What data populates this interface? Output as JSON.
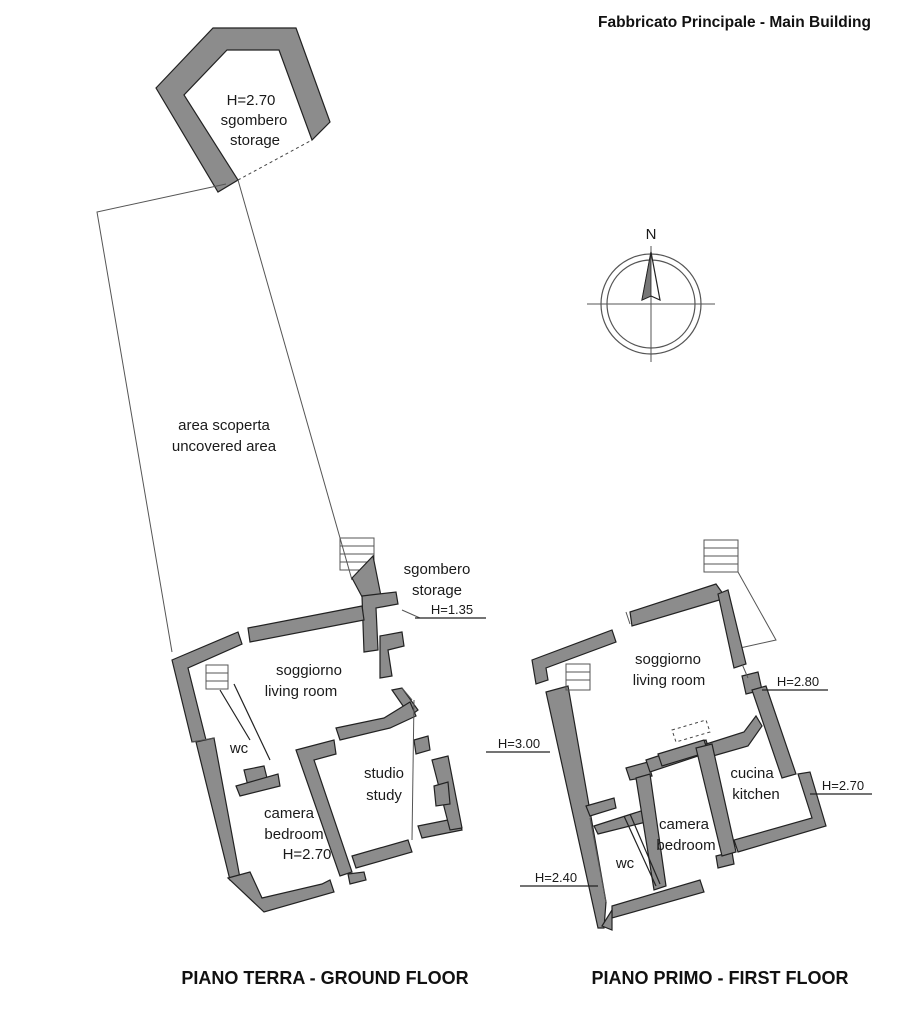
{
  "header": {
    "title": "Fabbricato Principale - Main Building"
  },
  "compass": {
    "north_label": "N"
  },
  "ground_floor": {
    "title": "PIANO TERRA - GROUND FLOOR",
    "rooms": {
      "storage_top": {
        "height": "H=2.70",
        "it": "sgombero",
        "en": "storage"
      },
      "uncovered": {
        "it": "area scoperta",
        "en": "uncovered area"
      },
      "storage_side": {
        "it": "sgombero",
        "en": "storage",
        "height": "H=1.35"
      },
      "living": {
        "it": "soggiorno",
        "en": "living room"
      },
      "wc": {
        "label": "wc"
      },
      "study": {
        "it": "studio",
        "en": "study"
      },
      "bedroom": {
        "it": "camera",
        "en": "bedroom",
        "height": "H=2.70"
      }
    }
  },
  "first_floor": {
    "title": "PIANO PRIMO - FIRST FLOOR",
    "rooms": {
      "living": {
        "it": "soggiorno",
        "en": "living room"
      },
      "kitchen": {
        "it": "cucina",
        "en": "kitchen"
      },
      "bedroom": {
        "it": "camera",
        "en": "bedroom"
      },
      "wc": {
        "label": "wc"
      }
    },
    "heights": {
      "h280": "H=2.80",
      "h300": "H=3.00",
      "h270": "H=2.70",
      "h240": "H=2.40"
    }
  }
}
